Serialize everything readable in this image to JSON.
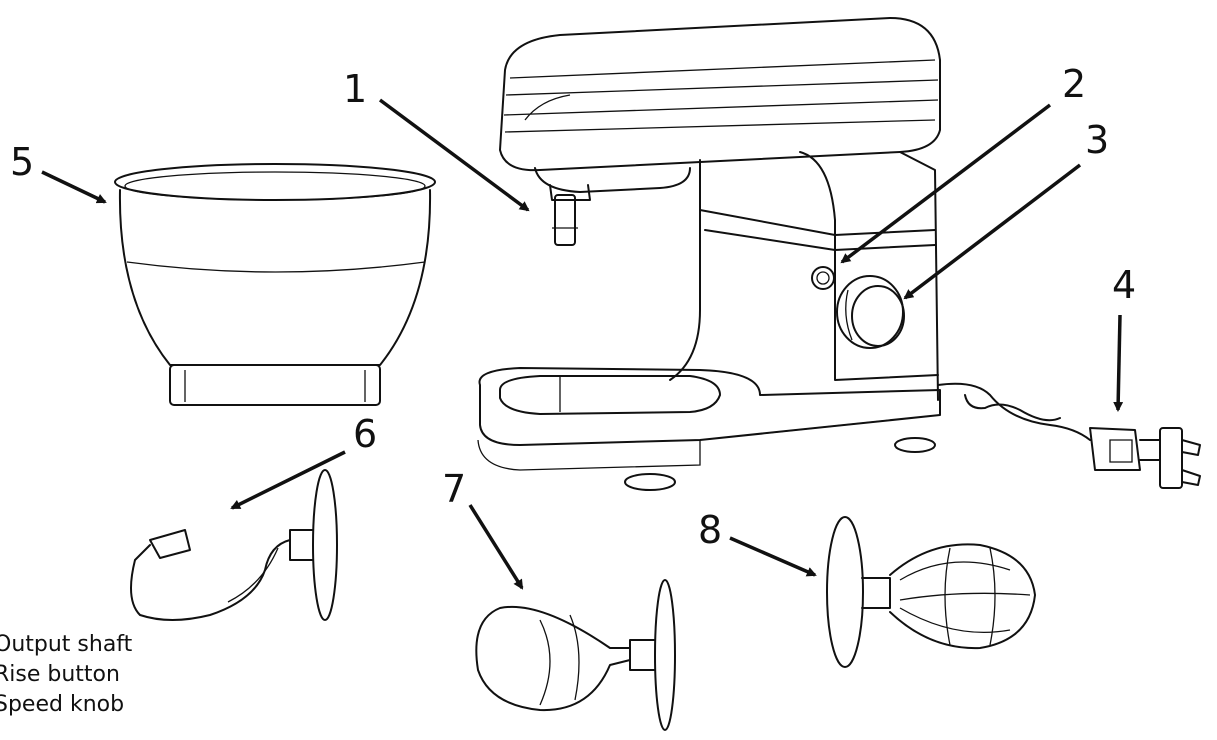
{
  "callouts": {
    "c1": "1",
    "c2": "2",
    "c3": "3",
    "c4": "4",
    "c5": "5",
    "c6": "6",
    "c7": "7",
    "c8": "8"
  },
  "legend": [
    "Output shaft",
    "Rise button",
    "Speed knob"
  ]
}
